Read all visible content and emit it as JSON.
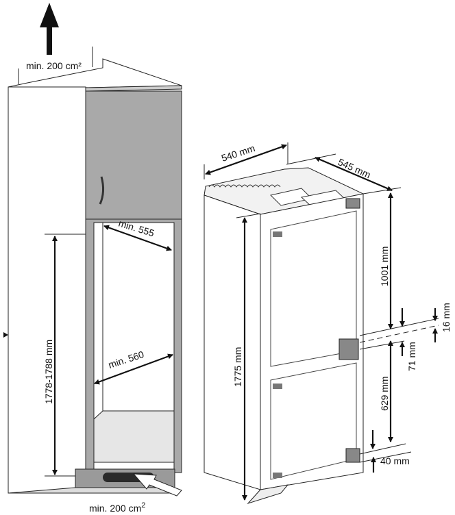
{
  "diagram": {
    "cabinet": {
      "top_vent_label": "min. 200 cm²",
      "bottom_vent_label": "min. 200 cm",
      "bottom_vent_sup": "2",
      "height_label": "1778-1788 mm",
      "width_top_label": "min. 555",
      "width_bottom_label": "min. 560"
    },
    "appliance": {
      "width_label": "540 mm",
      "depth_label": "545 mm",
      "height_label": "1775 mm",
      "upper_door_label": "1001 mm",
      "gap_label": "16 mm",
      "lower_offset_label": "71 mm",
      "lower_door_label": "629 mm",
      "bottom_label": "40 mm"
    }
  }
}
